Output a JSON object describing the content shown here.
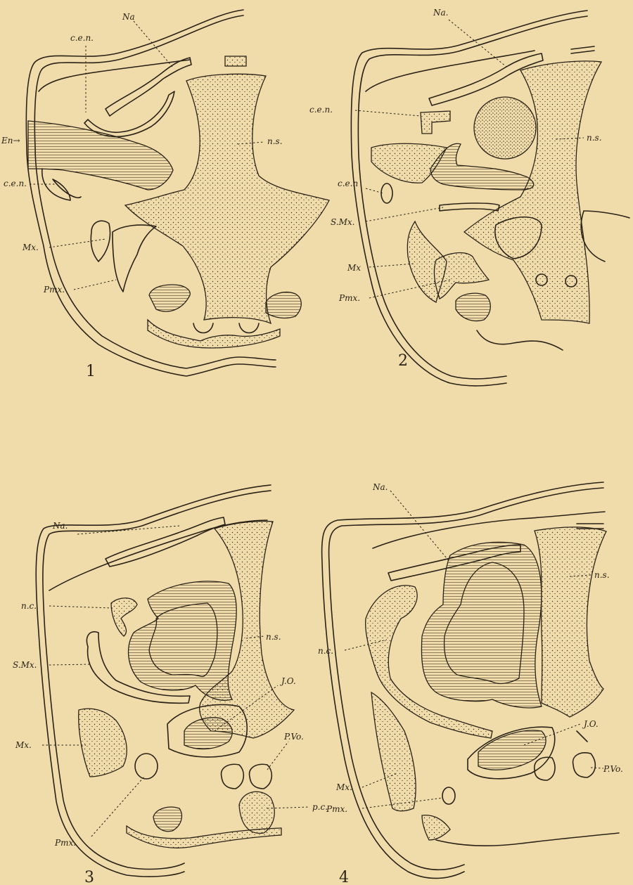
{
  "figures": [
    {
      "number": "1",
      "labels": {
        "na": "Na",
        "cen_top": "c.e.n.",
        "en": "En→",
        "cen_low": "c.e.n.",
        "ns": "n.s.",
        "mx": "Mx.",
        "pmx": "Pmx."
      }
    },
    {
      "number": "2",
      "labels": {
        "na": "Na.",
        "cen_top": "c.e.n.",
        "cen_low": "c.e.n",
        "ns": "n.s.",
        "smx": "S.Mx.",
        "mx": "Mx",
        "pmx": "Pmx."
      }
    },
    {
      "number": "3",
      "labels": {
        "na": "Na.",
        "nc": "n.c.",
        "ns": "n.s.",
        "smx": "S.Mx.",
        "jo": "J.O.",
        "pvo": "P.Vo.",
        "mx": "Mx.",
        "pc": "p.c.",
        "pmx": "Pmx."
      }
    },
    {
      "number": "4",
      "labels": {
        "na": "Na.",
        "ns": "n.s.",
        "nc": "n.c.",
        "jo": "J.O.",
        "mx": "Mx.",
        "pvo": "P.Vo.",
        "pmx": "Pmx."
      }
    }
  ]
}
